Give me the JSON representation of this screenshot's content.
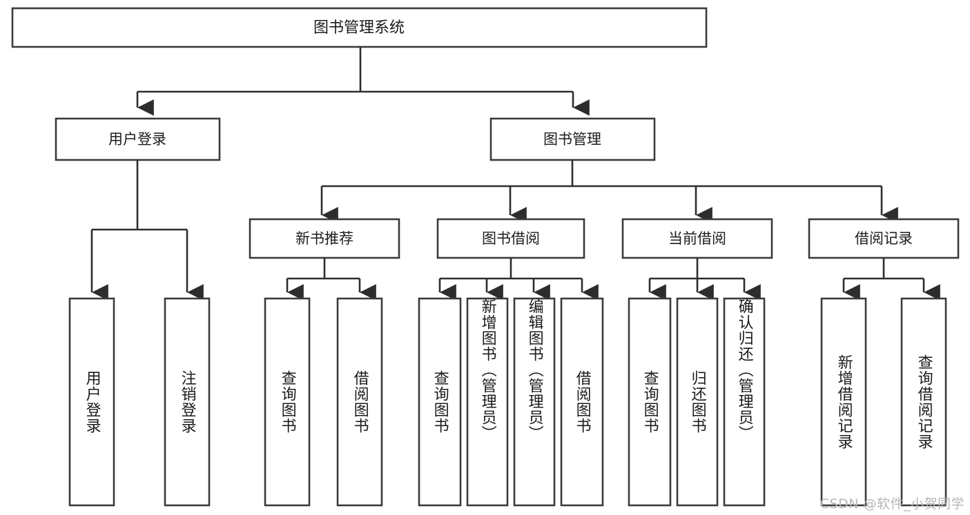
{
  "diagram": {
    "type": "tree-hierarchy",
    "title": "图书管理系统",
    "orientation": "top-down",
    "colors": {
      "box_stroke": "#3a3a3a",
      "box_fill": "#ffffff",
      "connector": "#2d2d2d",
      "text": "#1b1b1b",
      "background": "#ffffff",
      "watermark": "#b6b6b6"
    },
    "root": {
      "label": "图书管理系统"
    },
    "level2": [
      {
        "id": "user-login",
        "label": "用户登录"
      },
      {
        "id": "book-manage",
        "label": "图书管理"
      }
    ],
    "level3": [
      {
        "id": "new-book-rec",
        "label": "新书推荐",
        "parent": "book-manage"
      },
      {
        "id": "book-borrow",
        "label": "图书借阅",
        "parent": "book-manage"
      },
      {
        "id": "current-borrow",
        "label": "当前借阅",
        "parent": "book-manage"
      },
      {
        "id": "borrow-record",
        "label": "借阅记录",
        "parent": "book-manage"
      }
    ],
    "leaves": {
      "user-login": [
        {
          "id": "leaf-user-login",
          "label": "用户登录"
        },
        {
          "id": "leaf-logout",
          "label": "注销登录"
        }
      ],
      "new-book-rec": [
        {
          "id": "leaf-query-book-1",
          "label": "查询图书"
        },
        {
          "id": "leaf-borrow-book-1",
          "label": "借阅图书"
        }
      ],
      "book-borrow": [
        {
          "id": "leaf-query-book-2",
          "label": "查询图书"
        },
        {
          "id": "leaf-add-book",
          "label": "新增图书（管理员）"
        },
        {
          "id": "leaf-edit-book",
          "label": "编辑图书（管理员）"
        },
        {
          "id": "leaf-borrow-book-2",
          "label": "借阅图书"
        }
      ],
      "current-borrow": [
        {
          "id": "leaf-query-book-3",
          "label": "查询图书"
        },
        {
          "id": "leaf-return-book",
          "label": "归还图书"
        },
        {
          "id": "leaf-confirm-return",
          "label": "确认归还（管理员）"
        }
      ],
      "borrow-record": [
        {
          "id": "leaf-add-record",
          "label": "新增借阅记录"
        },
        {
          "id": "leaf-query-record",
          "label": "查询借阅记录"
        }
      ]
    }
  },
  "watermark": {
    "text": "CSDN @软件_小贺同学"
  }
}
